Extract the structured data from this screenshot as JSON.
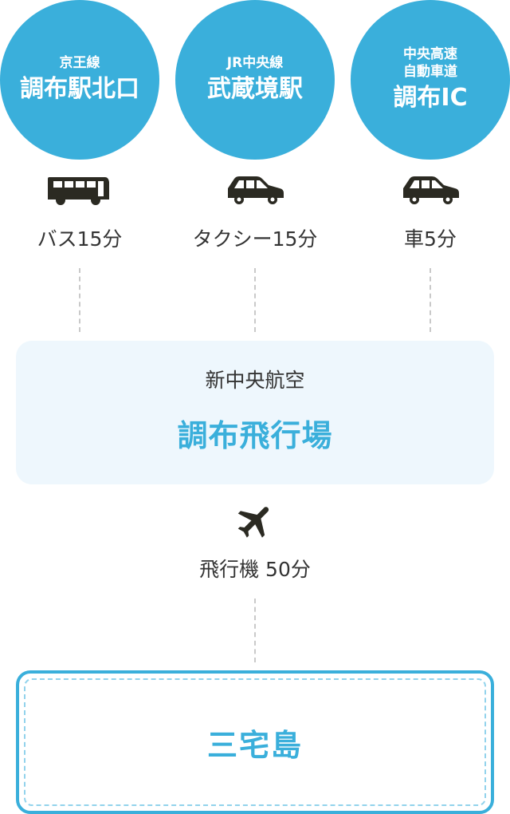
{
  "origins": [
    {
      "sub_lines": [
        "京王線"
      ],
      "main": "調布駅北口",
      "mode_icon": "bus-icon",
      "mode_label": "バス15分"
    },
    {
      "sub_lines": [
        "JR中央線"
      ],
      "main": "武蔵境駅",
      "mode_icon": "car-icon",
      "mode_label": "タクシー15分"
    },
    {
      "sub_lines": [
        "中央高速",
        "自動車道"
      ],
      "main": "調布IC",
      "mode_icon": "car-icon",
      "mode_label": "車5分"
    }
  ],
  "hub": {
    "operator": "新中央航空",
    "name": "調布飛行場"
  },
  "flight": {
    "icon": "airplane-icon",
    "label": "飛行機 50分"
  },
  "destination": {
    "name": "三宅島"
  },
  "colors": {
    "accent": "#3aafdb",
    "hub_bg": "#eef7fd",
    "text": "#333333",
    "dash": "#c9c9c9"
  }
}
